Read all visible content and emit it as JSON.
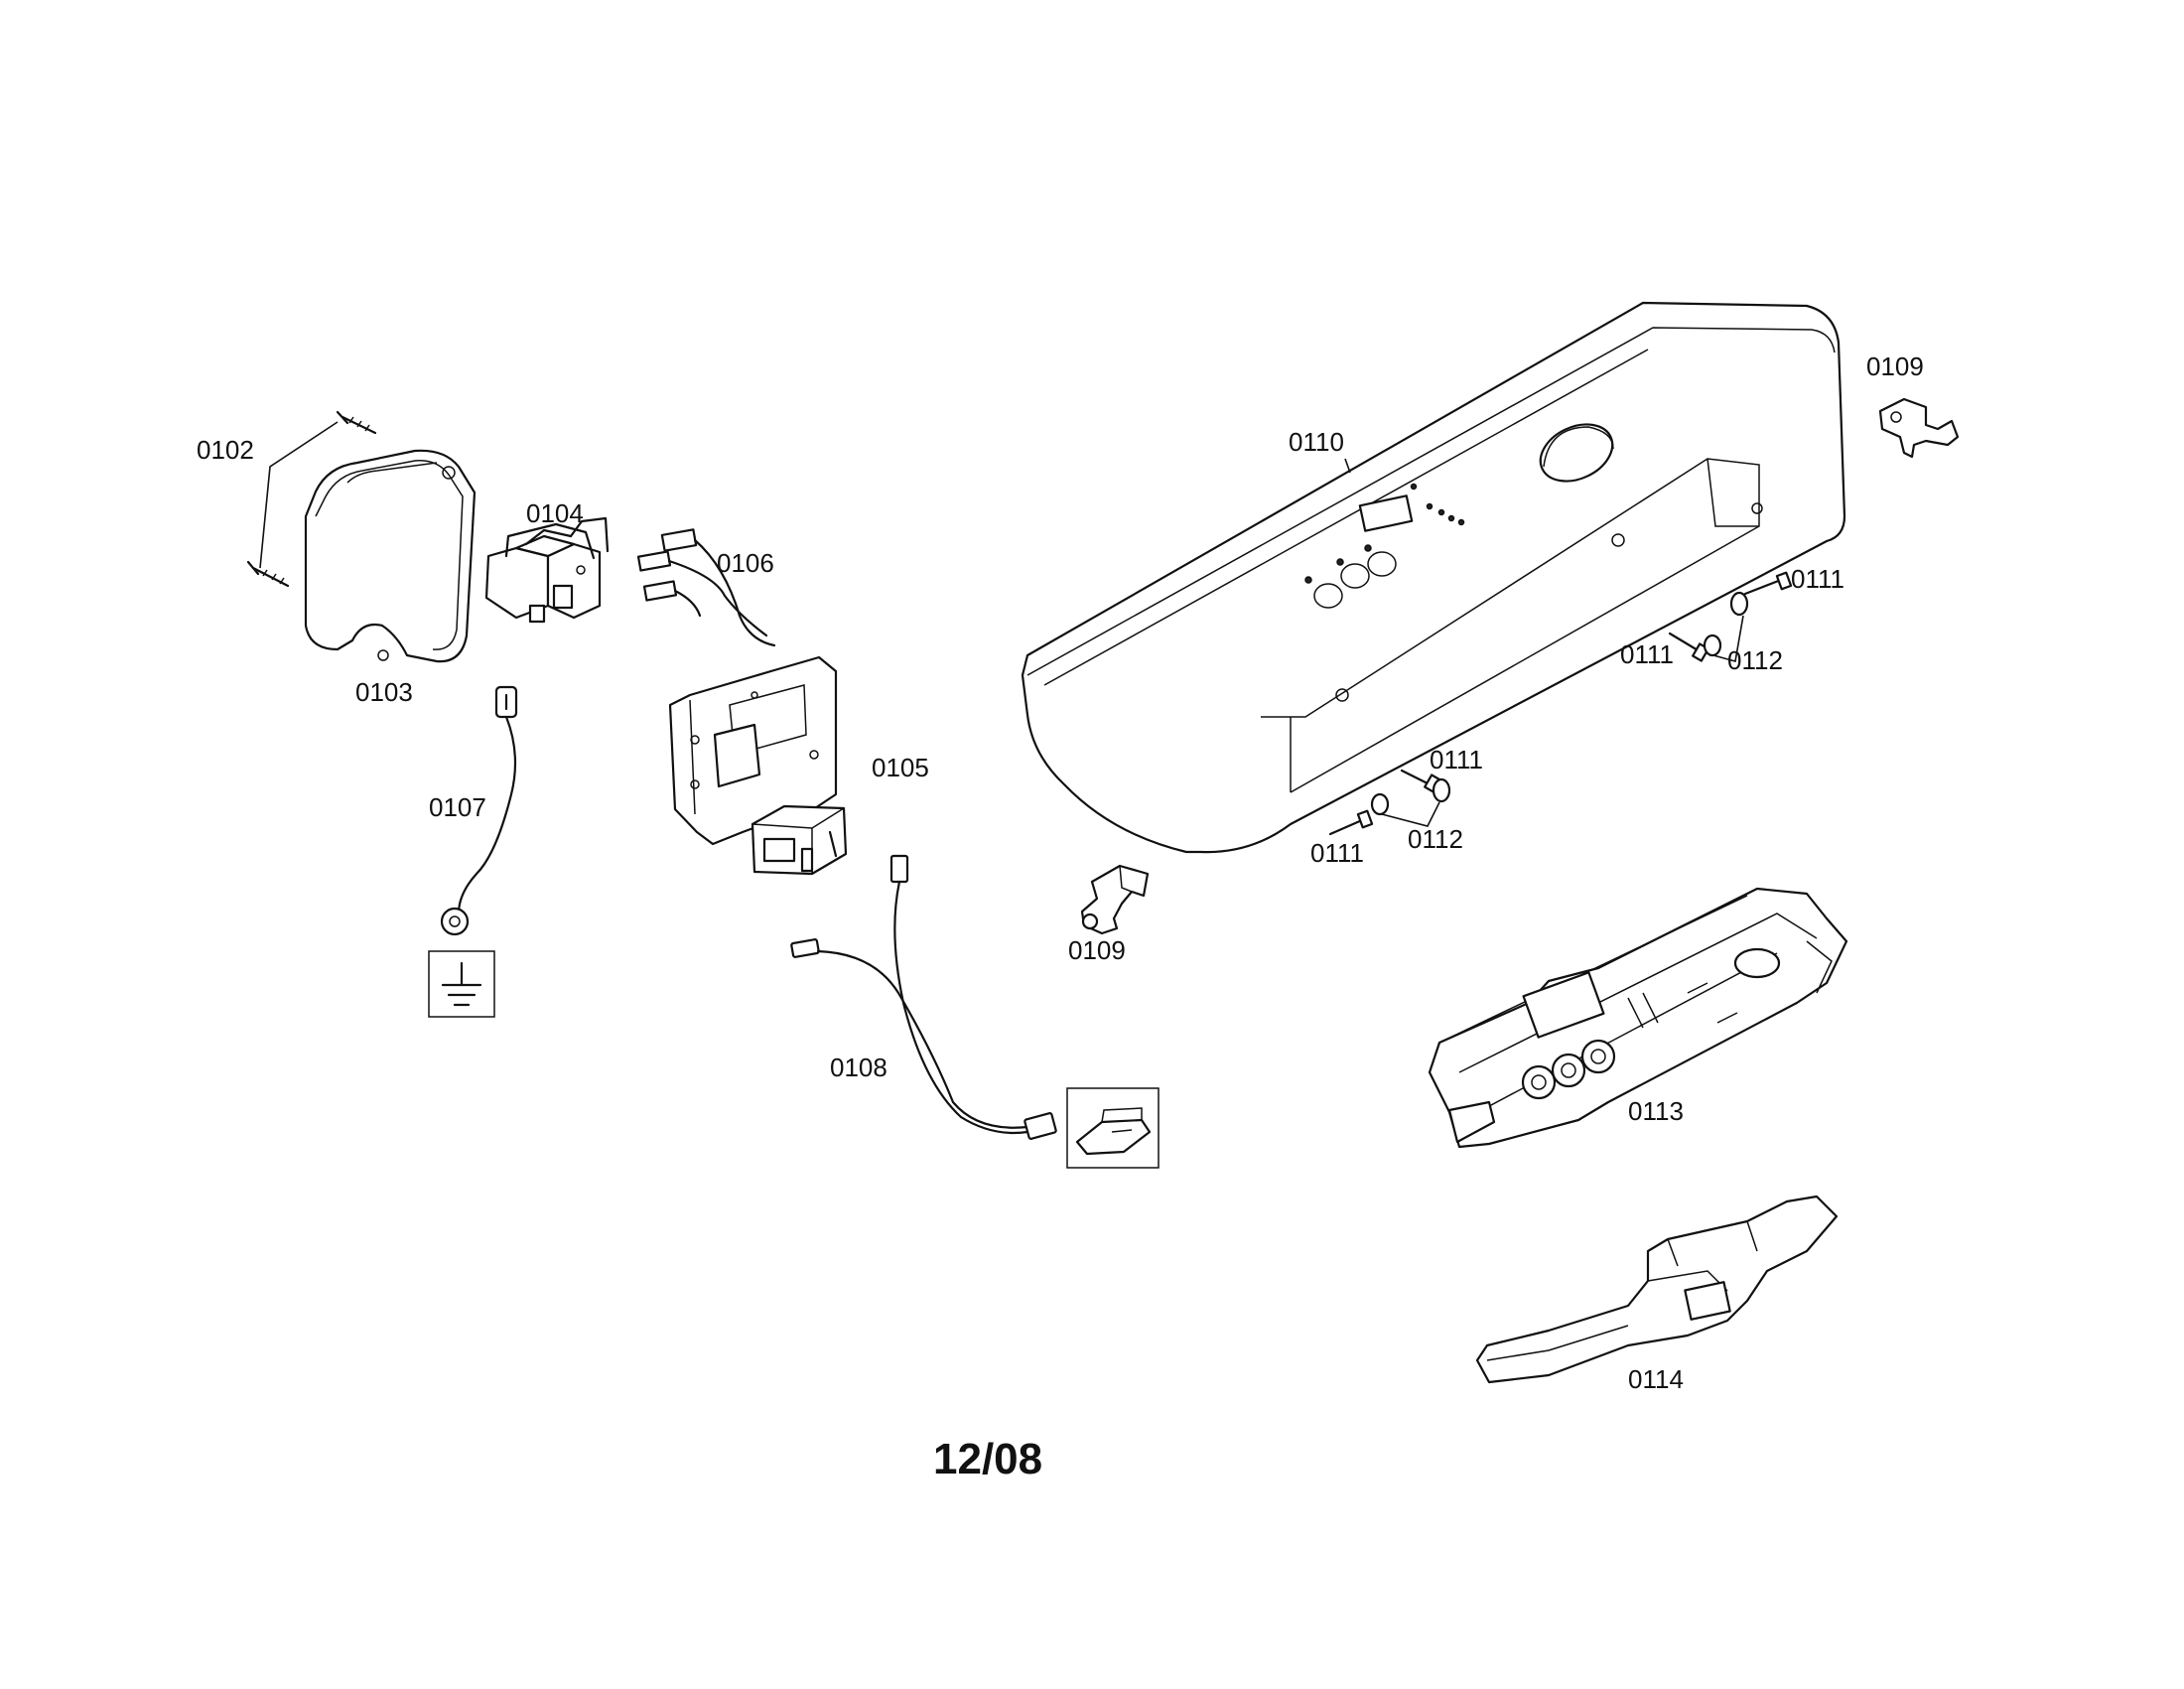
{
  "diagram": {
    "part_labels": {
      "p0102": "0102",
      "p0103": "0103",
      "p0104": "0104",
      "p0105": "0105",
      "p0106": "0106",
      "p0107": "0107",
      "p0108": "0108",
      "p0109_top": "0109",
      "p0109_bottom": "0109",
      "p0110": "0110",
      "p0111_a": "0111",
      "p0111_b": "0111",
      "p0111_c": "0111",
      "p0111_d": "0111",
      "p0112_a": "0112",
      "p0112_b": "0112",
      "p0113": "0113",
      "p0114": "0114"
    },
    "footer_code": "12/08"
  }
}
